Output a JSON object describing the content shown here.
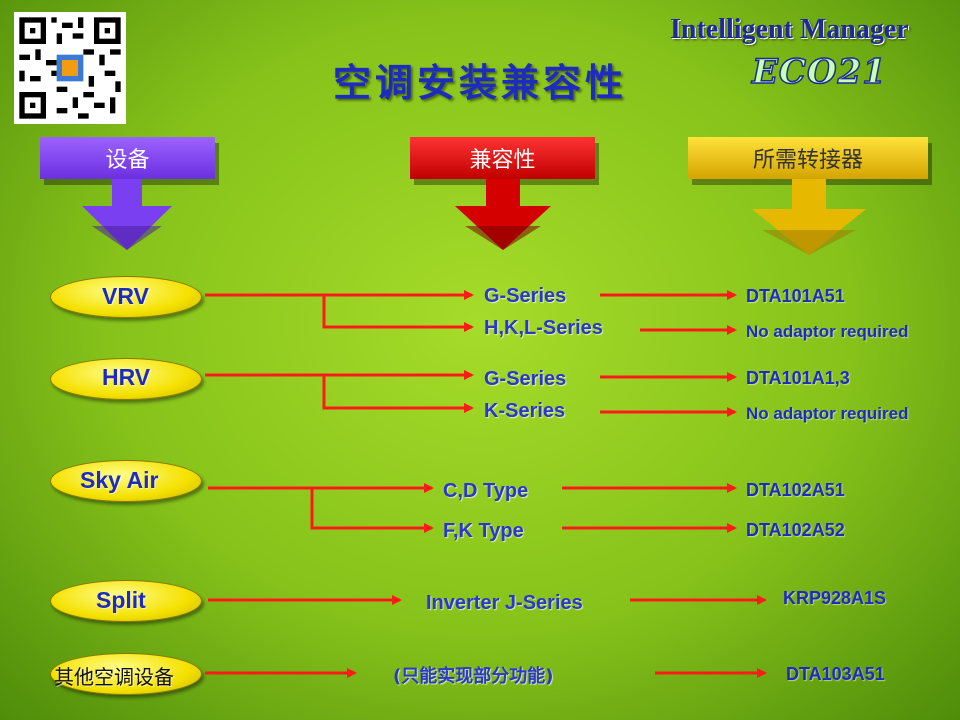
{
  "title": "空调安装兼容性",
  "logo": {
    "brand_line": "Intelligent Manager",
    "sub_line": "ECO21"
  },
  "headers": {
    "device": "设备",
    "compatibility": "兼容性",
    "adaptor": "所需转接器"
  },
  "rows": [
    {
      "device": "VRV",
      "items": [
        {
          "series": "G-Series",
          "adaptor": "DTA101A51"
        },
        {
          "series": "H,K,L-Series",
          "adaptor": "No adaptor required"
        }
      ]
    },
    {
      "device": "HRV",
      "items": [
        {
          "series": "G-Series",
          "adaptor": "DTA101A1,3"
        },
        {
          "series": "K-Series",
          "adaptor": "No adaptor required"
        }
      ]
    },
    {
      "device": "Sky Air",
      "items": [
        {
          "series": "C,D Type",
          "adaptor": "DTA102A51"
        },
        {
          "series": "F,K Type",
          "adaptor": "DTA102A52"
        }
      ]
    },
    {
      "device": "Split",
      "items": [
        {
          "series": "Inverter J-Series",
          "adaptor": "KRP928A1S"
        }
      ]
    },
    {
      "device": "其他空调设备",
      "items": [
        {
          "series": "(只能实现部分功能)",
          "adaptor": "DTA103A51"
        }
      ]
    }
  ],
  "colors": {
    "arrow": "#ff1a1a",
    "text_blue": "#1d2bbf",
    "background": "#98d020"
  }
}
